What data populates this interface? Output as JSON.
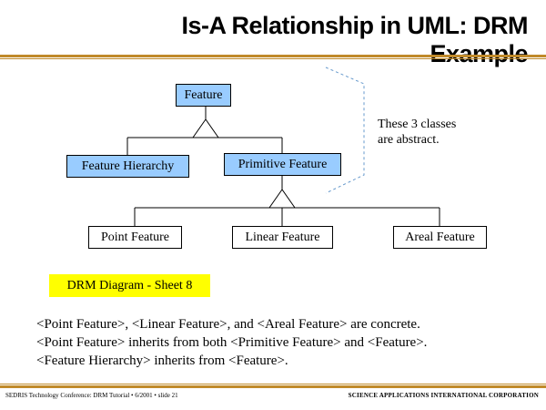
{
  "title": "Is-A Relationship in UML: DRM Example",
  "classes": {
    "feature": "Feature",
    "feature_hierarchy": "Feature Hierarchy",
    "primitive_feature": "Primitive Feature",
    "point_feature": "Point Feature",
    "linear_feature": "Linear Feature",
    "areal_feature": "Areal Feature"
  },
  "note": [
    "These 3 classes",
    "are abstract."
  ],
  "sheet_label": "DRM Diagram - Sheet 8",
  "description": [
    "<Point Feature>, <Linear Feature>, and <Areal Feature> are concrete.",
    "<Point Feature> inherits from both <Primitive Feature> and <Feature>.",
    "<Feature Hierarchy> inherits from <Feature>."
  ],
  "footer": {
    "left": "SEDRIS Technology Conference: DRM Tutorial • 6/2001 • slide 21",
    "right": "SCIENCE APPLICATIONS INTERNATIONAL CORPORATION"
  },
  "colors": {
    "abstract_fill": "#99ccff",
    "sheet_highlight": "#ffff00",
    "rule": "#c08a2a",
    "bracket": "#6699cc"
  }
}
